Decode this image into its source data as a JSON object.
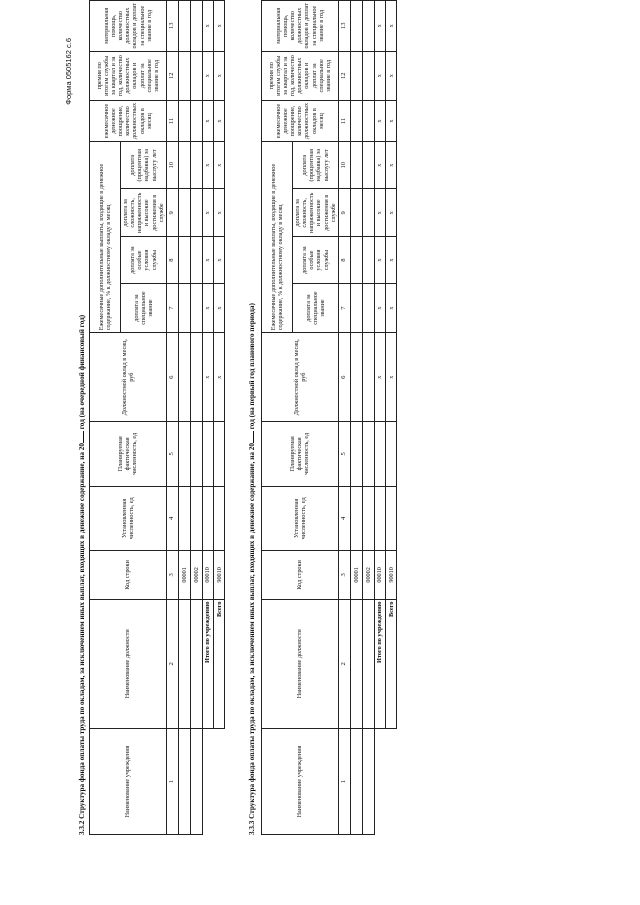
{
  "form_code": "Форма 0505162 с.6",
  "sections": [
    {
      "title_before": "3.3.2 Структура фонда оплаты труда по окладам, за исключением иных выплат, входящих в денежное содержание, на",
      "year_prefix": "20",
      "title_after": "год (на очередной финансовый год)"
    },
    {
      "title_before": "3.3.3 Структура фонда оплаты труда по окладам, за исключением иных выплат, входящих в денежное содержание, на",
      "year_prefix": "20",
      "title_after": "год (на первый год планового периода)"
    }
  ],
  "headers": {
    "institution": "Наименование учреждения",
    "position": "Наименование должности",
    "line_code": "Код строки",
    "established": "Установленная численность, ед",
    "actual": "Планируемая фактическая численность, ед",
    "salary": "Должностной оклад в месяц, руб",
    "monthly_group": "Ежемесячные дополнительные выплаты, входящие в денежное содержание, % к должностному окладу в месяц",
    "special_rank": "доплата за специальное звание",
    "special_conditions": "доплата за особые условия службы",
    "complexity": "доплата за сложность, напряженность и высокие достижения в службе",
    "seniority": "доплата (процентная надбавка) за выслугу лет",
    "incentive": "ежемесячное денежное поощрение, количество должностных окладов в месяц",
    "bonus": "премия по итогам службы за квартал и за год, количество должностных окладов и доплат за специальное звание в год",
    "material_aid": "материальная помощь, количество должностных окладов и доплат за специальное звание в год"
  },
  "column_numbers": [
    "1",
    "2",
    "3",
    "4",
    "5",
    "6",
    "7",
    "8",
    "9",
    "10",
    "11",
    "12",
    "13"
  ],
  "rows": [
    {
      "code": "00001",
      "label": "",
      "marks": [
        "",
        "",
        "",
        "",
        "",
        "",
        "",
        "",
        "",
        ""
      ]
    },
    {
      "code": "00002",
      "label": "",
      "marks": [
        "",
        "",
        "",
        "",
        "",
        "",
        "",
        "",
        "",
        ""
      ]
    },
    {
      "code": "00010",
      "label": "Итого по учреждению",
      "marks": [
        "",
        "",
        "x",
        "x",
        "x",
        "x",
        "x",
        "x",
        "x",
        "x"
      ]
    },
    {
      "code": "90010",
      "label": "Всего",
      "marks": [
        "",
        "",
        "x",
        "x",
        "x",
        "x",
        "x",
        "x",
        "x",
        "x"
      ]
    }
  ]
}
